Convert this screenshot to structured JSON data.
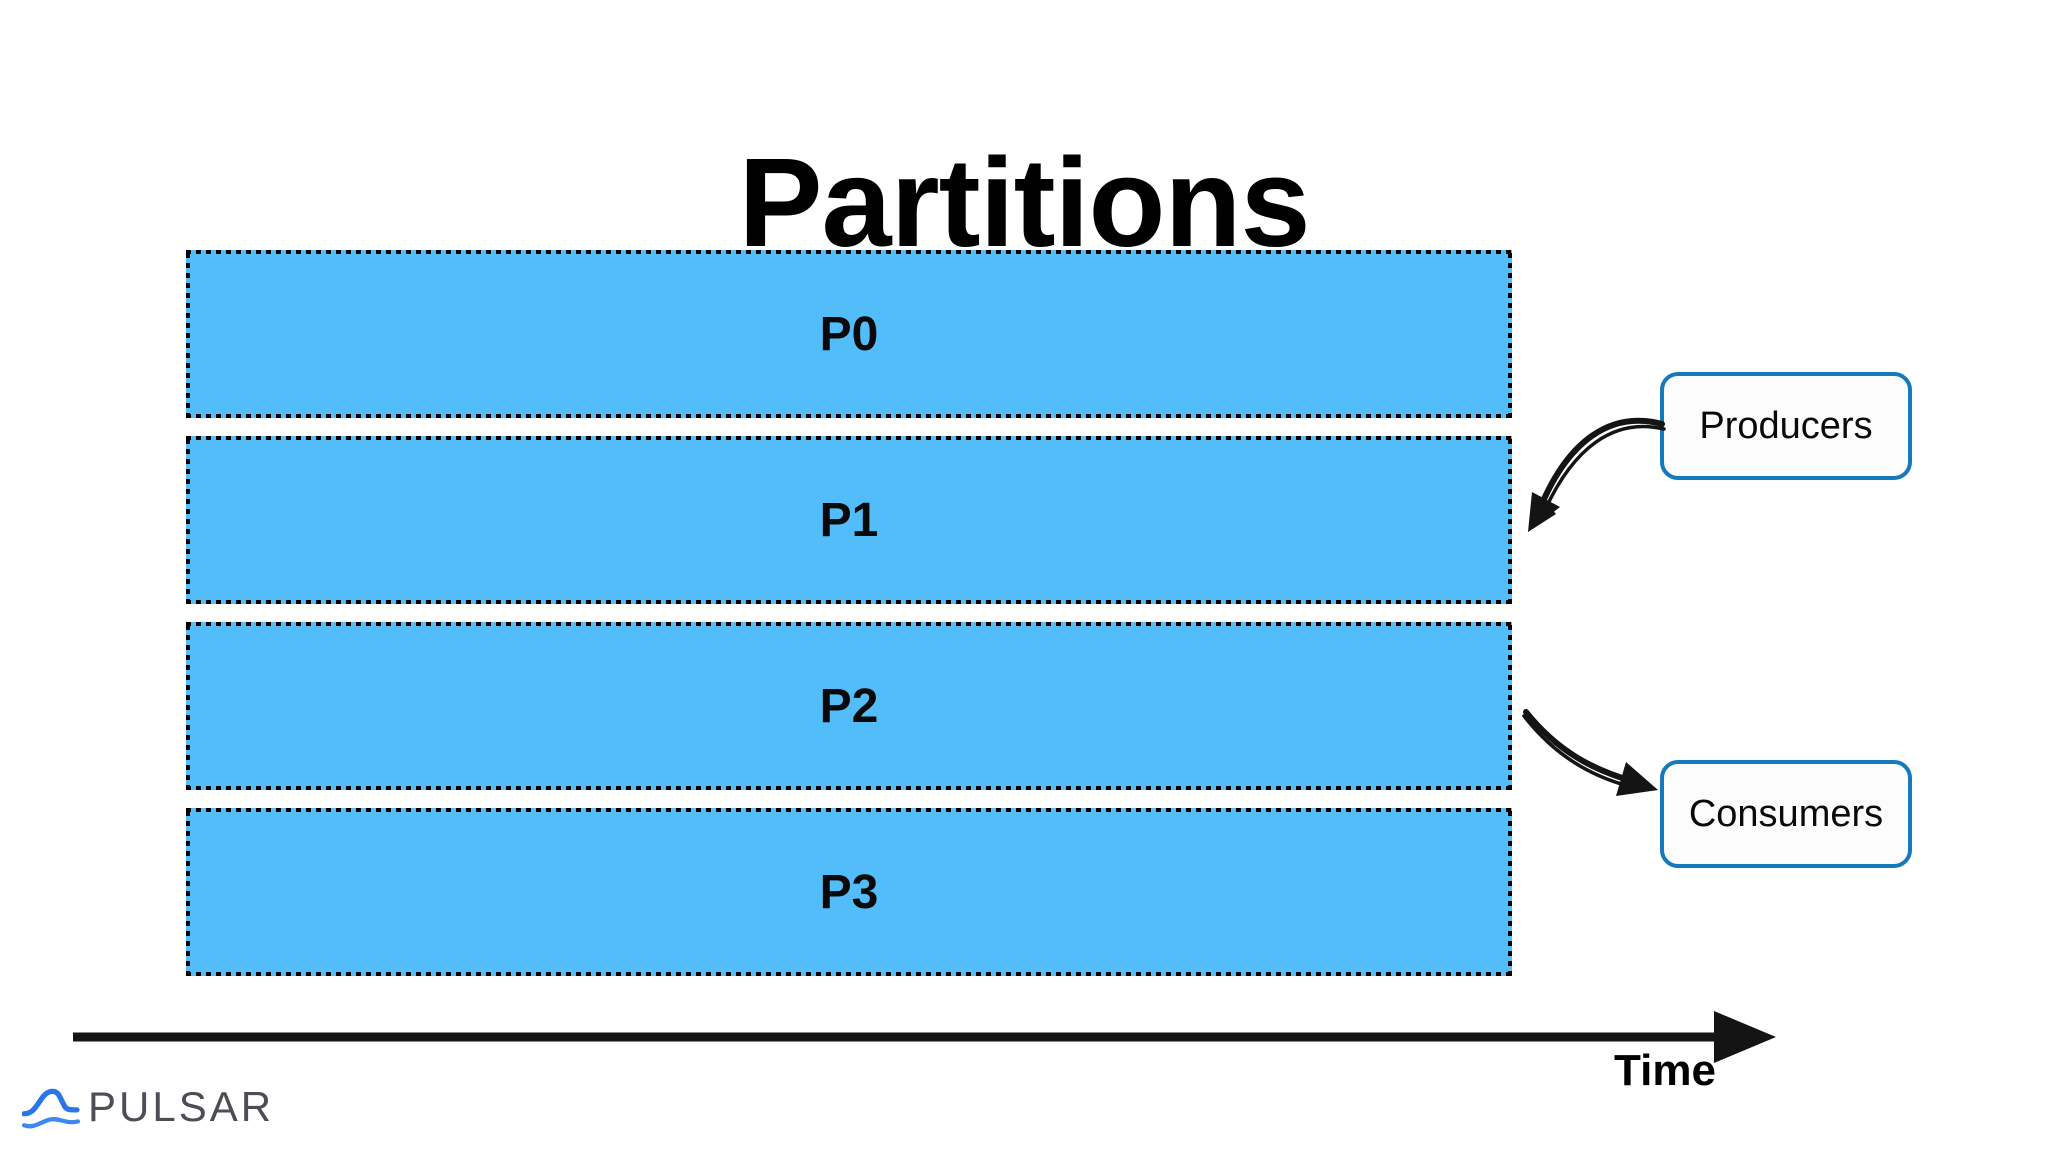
{
  "title": "Partitions",
  "partitions": [
    {
      "label": "P0"
    },
    {
      "label": "P1"
    },
    {
      "label": "P2"
    },
    {
      "label": "P3"
    }
  ],
  "producers": {
    "label": "Producers"
  },
  "consumers": {
    "label": "Consumers"
  },
  "time_axis": {
    "label": "Time"
  },
  "logo": {
    "text": "PULSAR",
    "icon": "pulsar-wave-icon"
  },
  "colors": {
    "partition_fill": "#52BDF8",
    "partition_border": "#000000",
    "box_border": "#1579BE",
    "box_fill": "#FCFCFC",
    "arrow": "#141414",
    "title_text": "#000000",
    "label_text": "#0A0A0A",
    "logo_text": "#4C4E56",
    "logo_blue_dark": "#2A76E8",
    "logo_blue_light": "#3F88F0",
    "background": "#FFFFFF"
  }
}
